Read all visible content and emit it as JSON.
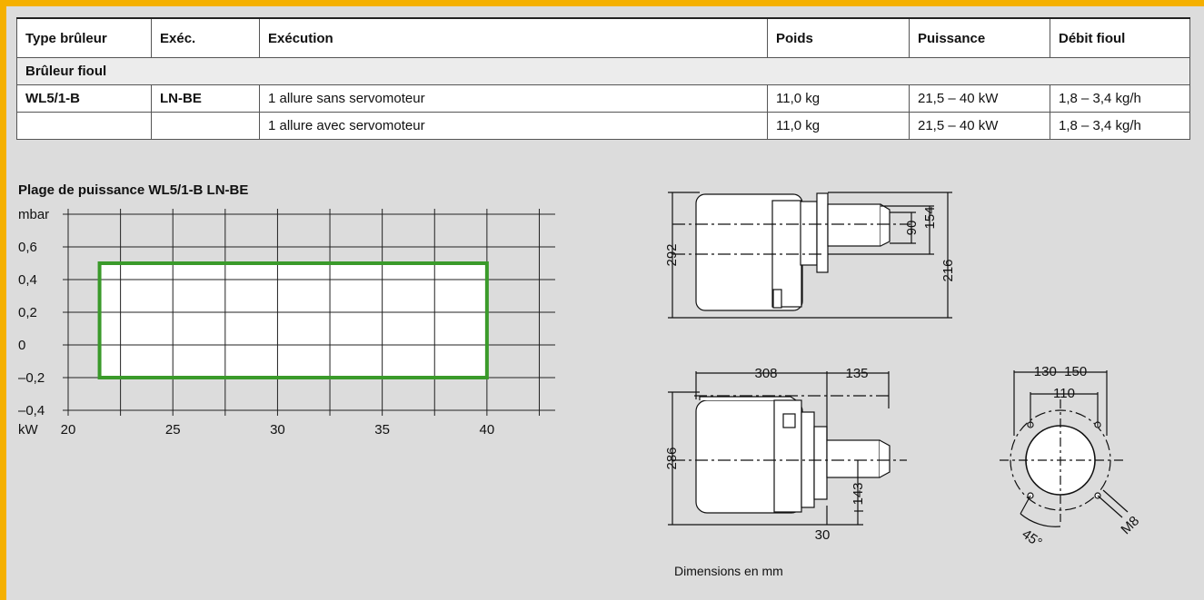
{
  "table": {
    "headers": [
      "Type brûleur",
      "Exéc.",
      "Exécution",
      "Poids",
      "Puissance",
      "Débit fioul"
    ],
    "category": "Brûleur fioul",
    "rows": [
      [
        "WL5/1-B",
        "LN-BE",
        "1 allure sans servomoteur",
        "11,0 kg",
        "21,5 – 40 kW",
        "1,8 – 3,4 kg/h"
      ],
      [
        "",
        "",
        "1 allure avec servomoteur",
        "11,0 kg",
        "21,5 – 40 kW",
        "1,8 – 3,4 kg/h"
      ]
    ]
  },
  "chart_data": {
    "type": "area",
    "title": "Plage de puissance WL5/1-B LN-BE",
    "ylabel": "mbar",
    "xlabel": "kW",
    "x_ticks": [
      20,
      25,
      30,
      35,
      40
    ],
    "y_ticks": [
      "0,6",
      "0,4",
      "0,2",
      "0",
      "–0,2",
      "–0,4"
    ],
    "xlim": [
      20,
      43
    ],
    "ylim": [
      -0.4,
      0.8
    ],
    "grid": true,
    "series": [
      {
        "x": [
          21.5,
          40
        ],
        "y": [
          -0.2,
          0.5
        ]
      }
    ],
    "colors": {
      "range_border": "#3a9a2a",
      "range_fill": "#ffffff",
      "grid": "#222222"
    }
  },
  "dimensions": {
    "top_view": {
      "d292": "292",
      "d216": "216",
      "d154": "154",
      "d90": "90"
    },
    "side_view": {
      "d308": "308",
      "d135": "135",
      "d286": "286",
      "d143": "143",
      "d30": "30"
    },
    "flange": {
      "d130_150": "130–150",
      "d110": "110",
      "angle": "45°",
      "bolt": "M8"
    }
  },
  "note": "Dimensions en mm"
}
